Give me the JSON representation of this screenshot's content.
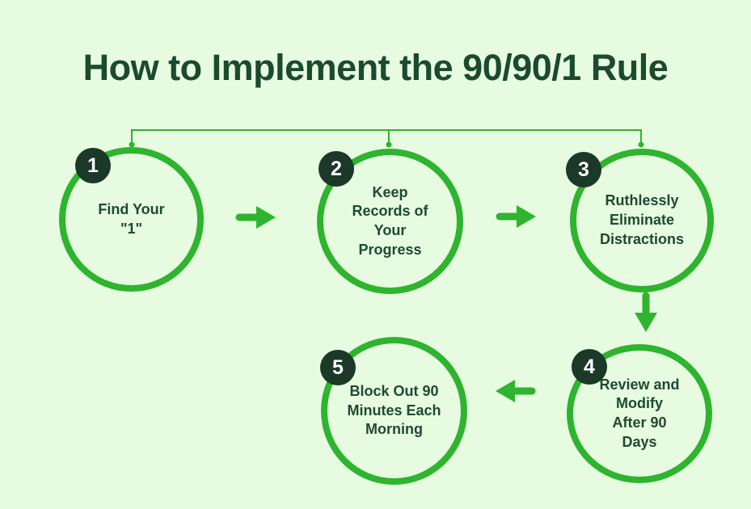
{
  "title": "How to Implement the 90/90/1 Rule",
  "colors": {
    "background": "#e7fbe0",
    "accent_green": "#2eb42e",
    "badge_dark_green": "#1b3828",
    "title_green": "#1b4a2e",
    "label_green": "#1e4a31"
  },
  "steps": [
    {
      "number": "1",
      "label": "Find Your\n\"1\""
    },
    {
      "number": "2",
      "label": "Keep\nRecords of\nYour\nProgress"
    },
    {
      "number": "3",
      "label": "Ruthlessly\nEliminate\nDistractions"
    },
    {
      "number": "4",
      "label": "Review and\nModify\nAfter 90\nDays"
    },
    {
      "number": "5",
      "label": "Block Out 90\nMinutes Each\nMorning"
    }
  ],
  "connectors": {
    "bracket": "bracket-connector-top",
    "arrows": [
      "arrow-right-icon",
      "arrow-right-icon",
      "arrow-down-icon",
      "arrow-left-icon"
    ]
  }
}
